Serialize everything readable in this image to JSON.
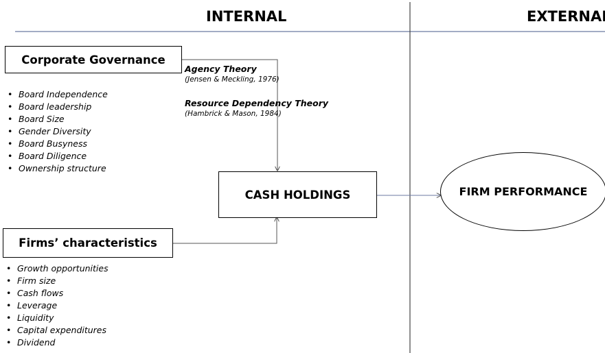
{
  "headings": {
    "internal": "INTERNAL",
    "external": "EXTERNAL"
  },
  "boxes": {
    "corporate_governance": "Corporate Governance",
    "firms_characteristics": "Firms’ characteristics",
    "cash_holdings": "CASH HOLDINGS",
    "firm_performance": "FIRM PERFORMANCE"
  },
  "theories": [
    {
      "name": "Agency Theory",
      "citation": "(Jensen & Meckling, 1976)"
    },
    {
      "name": "Resource Dependency Theory",
      "citation": "(Hambrick & Mason, 1984)"
    }
  ],
  "governance_items": [
    "Board Independence",
    "Board leadership",
    "Board Size",
    "Gender Diversity",
    "Board Busyness",
    "Board Diligence",
    "Ownership structure"
  ],
  "characteristics_items": [
    "Growth opportunities",
    "Firm size",
    "Cash flows",
    "Leverage",
    "Liquidity",
    "Capital expenditures",
    "Dividend"
  ],
  "colors": {
    "divider": "#6b7aa1",
    "lines": "#555555",
    "text": "#000000"
  }
}
